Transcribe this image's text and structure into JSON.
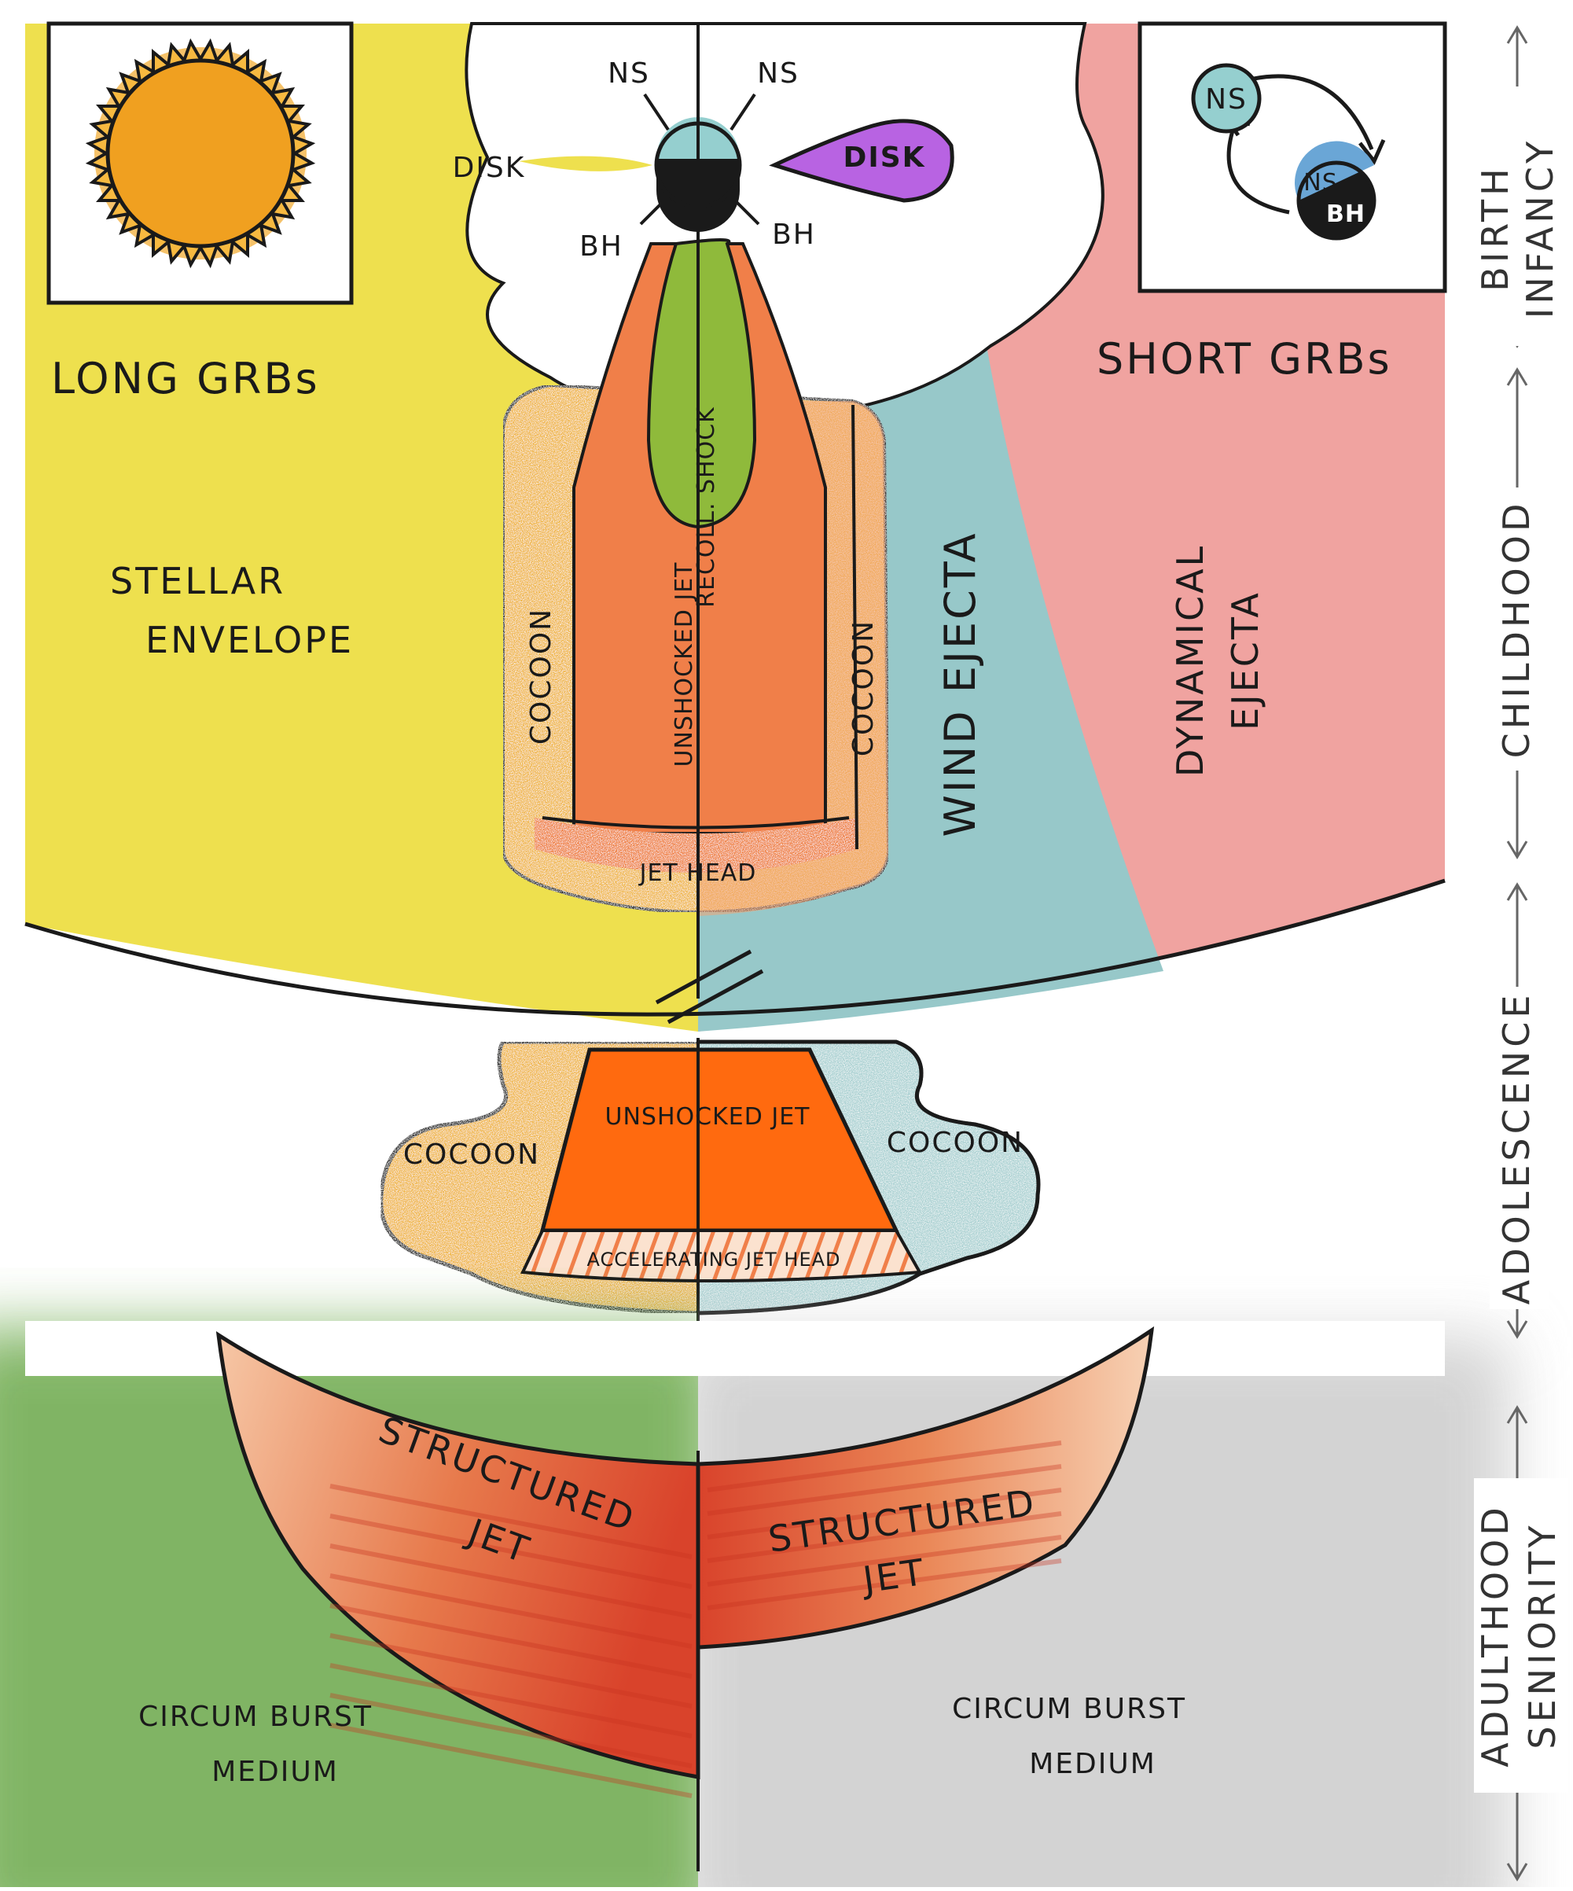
{
  "colors": {
    "stellar_envelope": "#eee04e",
    "short_grb_bg": "#f0a3a0",
    "wind_ejecta": "#97c8c9",
    "jet_orange": "#f07f49",
    "recollimation": "#8fba3b",
    "cocoon_yellow": "#efb43a",
    "cocoon_teal": "#a8d0d1",
    "disk_purple": "#b863e2",
    "ns_teal": "#95cfcf",
    "sun_orange": "#f0a020",
    "cbm_green": "#6ba84a",
    "cbm_gray": "#d2d2d2",
    "structured_jet": "#e77a4c"
  },
  "panels": {
    "long_grb": {
      "title": "LONG GRBs",
      "envelope_line1": "STELLAR",
      "envelope_line2": "ENVELOPE",
      "icon": "sun-icon"
    },
    "short_grb": {
      "title": "SHORT GRBs",
      "binary_ns": "NS",
      "binary_ns2": "NS",
      "binary_bh": "BH",
      "icon": "binary-merger-icon"
    }
  },
  "engine": {
    "ns_left": "NS",
    "ns_right": "NS",
    "bh_left": "BH",
    "bh_right": "BH",
    "disk_left": "DISK",
    "disk_right": "DISK"
  },
  "childhood": {
    "recollimation": "RECOLL. SHOCK",
    "unshocked_jet": "UNSHOCKED JET",
    "cocoon_left": "COCOON",
    "cocoon_right": "COCOON",
    "jet_head": "JET HEAD",
    "wind_ejecta": "WIND EJECTA",
    "dynamical_line1": "DYNAMICAL",
    "dynamical_line2": "EJECTA"
  },
  "adolescence": {
    "unshocked_jet": "UNSHOCKED JET",
    "cocoon_left": "COCOON",
    "cocoon_right": "COCOON",
    "accelerating_head": "ACCELERATING JET HEAD"
  },
  "adulthood": {
    "jet_left_line1": "STRUCTURED",
    "jet_left_line2": "JET",
    "jet_right_line1": "STRUCTURED",
    "jet_right_line2": "JET",
    "cbm_left_line1": "CIRCUM BURST",
    "cbm_left_line2": "MEDIUM",
    "cbm_right_line1": "CIRCUM BURST",
    "cbm_right_line2": "MEDIUM"
  },
  "timeline": {
    "birth": "BIRTH",
    "infancy": "INFANCY",
    "childhood": "CHILDHOOD",
    "adolescence": "ADOLESCENCE",
    "adulthood": "ADULTHOOD",
    "seniority": "SENIORITY"
  }
}
